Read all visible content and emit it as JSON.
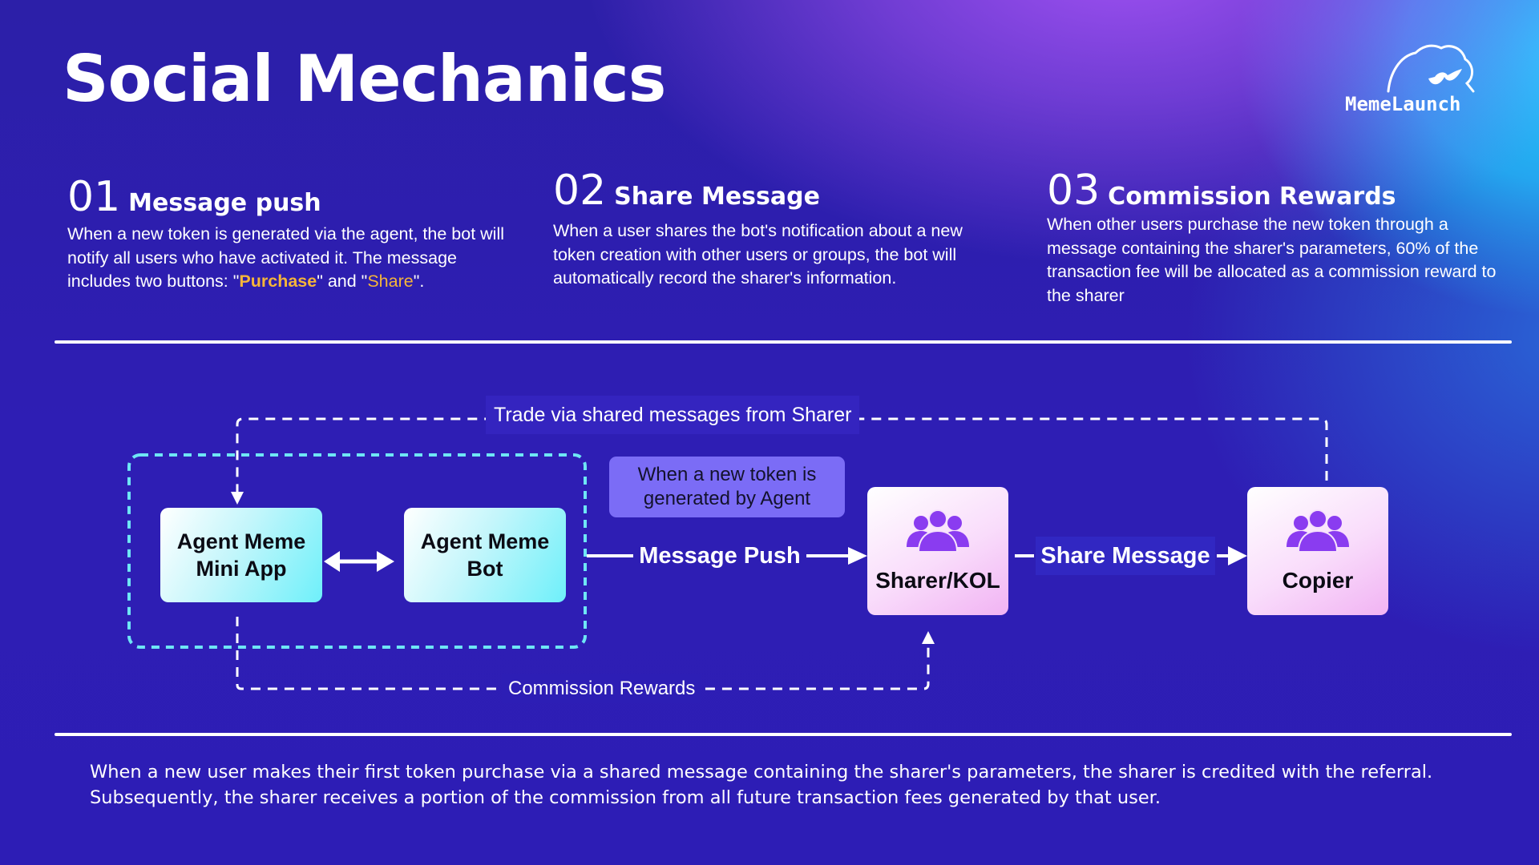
{
  "header": {
    "title": "Social Mechanics",
    "logo_text": "MemeLaunch",
    "logo_icon": "cloud-whale-logo-icon"
  },
  "sections": [
    {
      "number": "01",
      "heading": "Message push",
      "body_before": "When a new token is generated via the agent, the bot will notify all users who have activated it. The message includes two buttons: \"",
      "highlight_1": "Purchase",
      "body_middle": "\" and \"",
      "highlight_2": "Share",
      "body_after": "\"."
    },
    {
      "number": "02",
      "heading": "Share Message",
      "body": "When a user shares the bot's notification about a new token creation with other users or groups, the bot will automatically record the sharer's information."
    },
    {
      "number": "03",
      "heading": "Commission Rewards",
      "body": "When other users purchase the new token through a message containing the sharer's parameters, 60% of the transaction fee will be allocated as a commission reward to the sharer"
    }
  ],
  "diagram": {
    "nodes": {
      "mini_app_line1": "Agent Meme",
      "mini_app_line2": "Mini App",
      "bot_line1": "Agent Meme",
      "bot_line2": "Bot",
      "sharer": "Sharer/KOL",
      "copier": "Copier"
    },
    "labels": {
      "trade": "Trade via shared messages from Sharer",
      "note_line1": "When a new token is",
      "note_line2": "generated by Agent",
      "message_push": "Message Push",
      "share_message": "Share Message",
      "commission": "Commission Rewards"
    },
    "icons": {
      "people": "people-group-icon",
      "bidirectional_arrow": "double-arrow-icon"
    }
  },
  "footer": {
    "text": "When a new user makes their first token purchase via a shared message containing the sharer's parameters, the sharer is credited with the referral. Subsequently, the sharer receives a portion of the commission from all future transaction fees generated by that user."
  },
  "colors": {
    "highlight": "#f5b53a",
    "cyan_dash": "#6ee6f5",
    "people_icon": "#8a3cf0",
    "note_box": "#7b6cf6"
  }
}
